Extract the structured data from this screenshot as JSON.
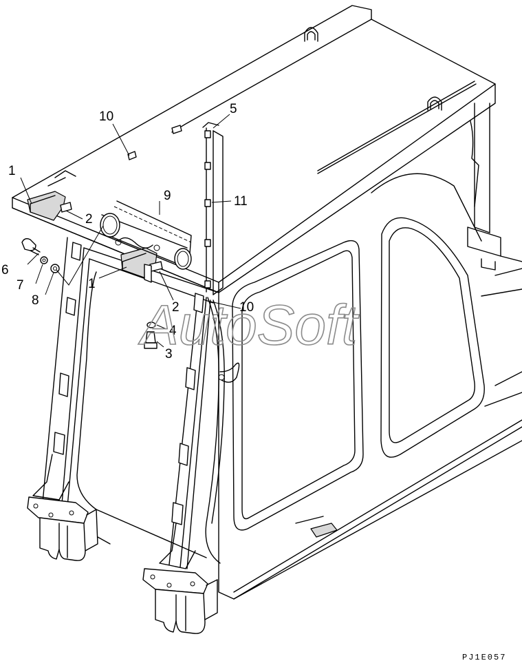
{
  "callouts": {
    "c1a": "1",
    "c1b": "1",
    "c2a": "2",
    "c2b": "2",
    "c3": "3",
    "c4": "4",
    "c5": "5",
    "c6": "6",
    "c7": "7",
    "c8": "8",
    "c9": "9",
    "c10a": "10",
    "c10b": "10",
    "c11": "11"
  },
  "watermark": "AutoSoft",
  "plate_code": "PJ1E057"
}
